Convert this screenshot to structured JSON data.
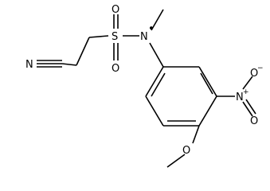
{
  "molecule": {
    "atoms": {
      "nitrile_n": "N",
      "sulfur": "S",
      "sulfonyl_o_top": "O",
      "sulfonyl_o_bottom": "O",
      "amine_n": "N",
      "nitro_n": "N",
      "nitro_n_charge": "+",
      "nitro_o_top": "O",
      "nitro_o_top_charge": "−",
      "nitro_o_right": "O",
      "methoxy_o": "O"
    },
    "radical_marker": "•"
  },
  "colors": {
    "bond": "#000000",
    "atom_label": "#000000",
    "background": "#ffffff"
  }
}
